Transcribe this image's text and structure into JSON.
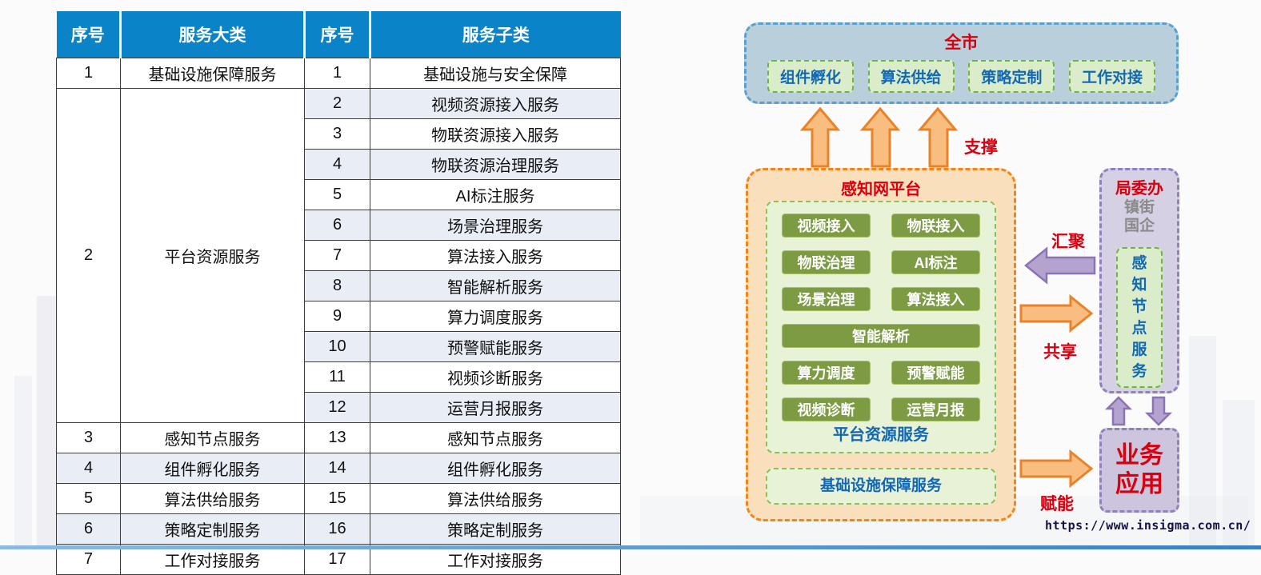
{
  "table": {
    "headers": [
      "序号",
      "服务大类",
      "序号",
      "服务子类"
    ],
    "groups": [
      {
        "no": "1",
        "category": "基础设施保障服务",
        "subs": [
          {
            "no": "1",
            "name": "基础设施与安全保障"
          }
        ]
      },
      {
        "no": "2",
        "category": "平台资源服务",
        "subs": [
          {
            "no": "2",
            "name": "视频资源接入服务"
          },
          {
            "no": "3",
            "name": "物联资源接入服务"
          },
          {
            "no": "4",
            "name": "物联资源治理服务"
          },
          {
            "no": "5",
            "name": "AI标注服务"
          },
          {
            "no": "6",
            "name": "场景治理服务"
          },
          {
            "no": "7",
            "name": "算法接入服务"
          },
          {
            "no": "8",
            "name": "智能解析服务"
          },
          {
            "no": "9",
            "name": "算力调度服务"
          },
          {
            "no": "10",
            "name": "预警赋能服务"
          },
          {
            "no": "11",
            "name": "视频诊断服务"
          },
          {
            "no": "12",
            "name": "运营月报服务"
          }
        ]
      },
      {
        "no": "3",
        "category": "感知节点服务",
        "subs": [
          {
            "no": "13",
            "name": "感知节点服务"
          }
        ]
      },
      {
        "no": "4",
        "category": "组件孵化服务",
        "subs": [
          {
            "no": "14",
            "name": "组件孵化服务"
          }
        ]
      },
      {
        "no": "5",
        "category": "算法供给服务",
        "subs": [
          {
            "no": "15",
            "name": "算法供给服务"
          }
        ]
      },
      {
        "no": "6",
        "category": "策略定制服务",
        "subs": [
          {
            "no": "16",
            "name": "策略定制服务"
          }
        ]
      },
      {
        "no": "7",
        "category": "工作对接服务",
        "subs": [
          {
            "no": "17",
            "name": "工作对接服务"
          }
        ]
      }
    ]
  },
  "diagram": {
    "city": {
      "title": "全市",
      "items": [
        "组件孵化",
        "算法供给",
        "策略定制",
        "工作对接"
      ]
    },
    "support_label": "支撑",
    "platform": {
      "title": "感知网平台",
      "modules": [
        {
          "label": "视频接入"
        },
        {
          "label": "物联接入"
        },
        {
          "label": "物联治理"
        },
        {
          "label": "AI标注"
        },
        {
          "label": "场景治理"
        },
        {
          "label": "算法接入"
        },
        {
          "label": "智能解析",
          "wide": true
        },
        {
          "label": "算力调度"
        },
        {
          "label": "预警赋能"
        },
        {
          "label": "视频诊断"
        },
        {
          "label": "运营月报"
        }
      ],
      "modules_label": "平台资源服务",
      "infra_label": "基础设施保障服务"
    },
    "bureau": {
      "title": "局委办",
      "line2": "镇街",
      "line3": "国企",
      "node_label": "感知节点服务"
    },
    "huiju_label": "汇聚",
    "share_label": "共享",
    "funeng_label": "赋能",
    "business_label": "业务应用",
    "watermark": "https://www.insigma.com.cn/"
  },
  "colors": {
    "header_blue": "#0a83c8",
    "row_alt": "#e9edf5",
    "grid_line": "#3c3c3c",
    "city_bg": "#bacfdc",
    "city_border": "#58a0cf",
    "green_item_bg": "#daecca",
    "green_item_border": "#6fb53f",
    "blue_text": "#1268b3",
    "red_text": "#d7000f",
    "orange_fill": "#f9bd80",
    "orange_stroke": "#e8832a",
    "platform_bg": "#fadfbd",
    "platform_border": "#f08519",
    "panel_bg": "#e7f2d7",
    "panel_border": "#8dc058",
    "module_bg": "#7d9b43",
    "purple_bg": "#d6d0e4",
    "purple_border": "#9180bd",
    "purple_fill": "#b5a3cf",
    "purple_stroke": "#8a74b3",
    "business_bg": "#cdc4dd",
    "gray_text": "#8a8a8a",
    "watermark_color": "#131347"
  }
}
